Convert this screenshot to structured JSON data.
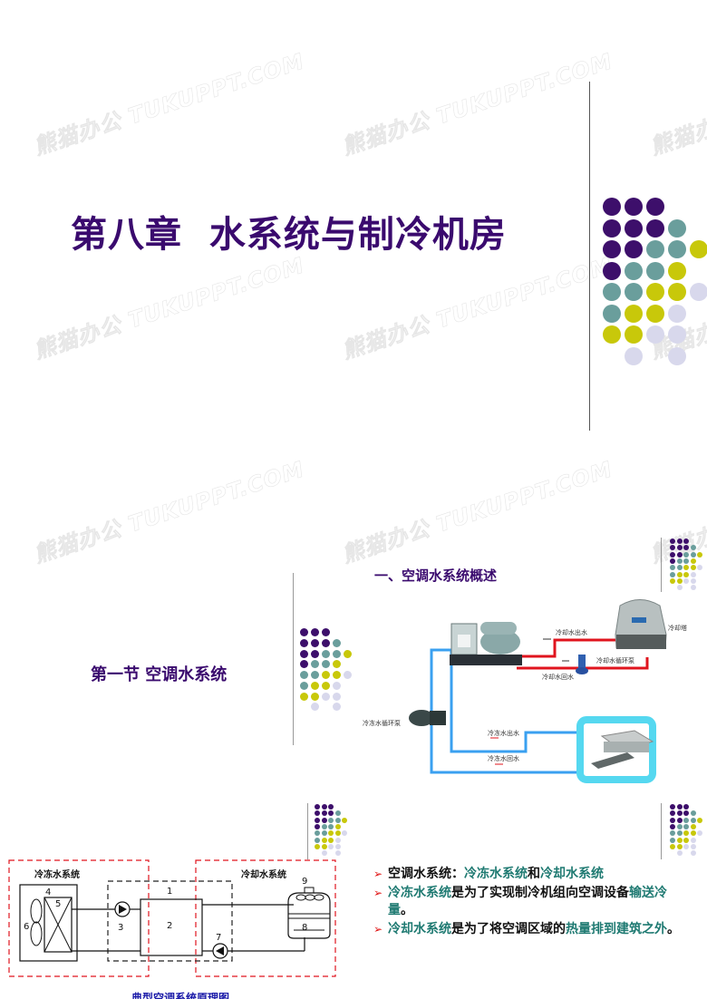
{
  "watermark_text": "熊猫办公 TUKUPPT.COM",
  "slide1": {
    "title": "第八章  水系统与制冷机房"
  },
  "slide2": {
    "title": "第一节 空调水系统"
  },
  "slide3": {
    "title": "一、空调水系统概述",
    "labels": {
      "cooling_water_out": "冷却水出水",
      "cooling_tower": "冷却塔",
      "cooling_water_pump": "冷却水循环泵",
      "cooling_water_return": "冷却水回水",
      "chilled_water_pump": "冷冻水循环泵",
      "chilled_water_out": "冷冻水出水",
      "chilled_water_return": "冷冻水回水"
    }
  },
  "slide4": {
    "chilled_system_label": "冷冻水系统",
    "cooling_system_label": "冷却水系统",
    "numbers": [
      "1",
      "2",
      "3",
      "4",
      "5",
      "6",
      "7",
      "8",
      "9"
    ],
    "caption": "典型空调系统原理图"
  },
  "slide5": {
    "bullets": [
      {
        "parts": [
          {
            "text": "空调水系统：",
            "hl": false
          },
          {
            "text": "冷冻水系统",
            "hl": true
          },
          {
            "text": "和",
            "hl": false
          },
          {
            "text": "冷却水系统",
            "hl": true
          }
        ]
      },
      {
        "parts": [
          {
            "text": "冷冻水系统",
            "hl": true
          },
          {
            "text": "是为了实现制冷机组向空调设备",
            "hl": false
          },
          {
            "text": "输送冷量",
            "hl": true
          },
          {
            "text": "。",
            "hl": false
          }
        ]
      },
      {
        "parts": [
          {
            "text": "冷却水系统",
            "hl": true
          },
          {
            "text": "是为了将空调区域的",
            "hl": false
          },
          {
            "text": "热量排到建筑之外",
            "hl": true
          },
          {
            "text": "。",
            "hl": false
          }
        ]
      }
    ]
  },
  "colors": {
    "title_purple": "#3a0a6e",
    "dot_purple": "#3d0f6b",
    "dot_teal": "#6a9e9c",
    "dot_yellow": "#c8c80a",
    "dot_lavender": "#d8d8ec",
    "highlight_teal": "#1f7a72",
    "bullet_red": "#e01010",
    "pipe_red": "#e0141e",
    "pipe_blue": "#3aa0f0",
    "fcu_cyan": "#55d8f0",
    "caption_blue": "#1a1aa8"
  },
  "dot_pattern": [
    [
      "P",
      "P",
      "P",
      null,
      null
    ],
    [
      "P",
      "P",
      "P",
      "T",
      null
    ],
    [
      "P",
      "P",
      "T",
      "T",
      "Y"
    ],
    [
      "P",
      "T",
      "T",
      "Y",
      null
    ],
    [
      "T",
      "T",
      "Y",
      "Y",
      "L"
    ],
    [
      "T",
      "Y",
      "Y",
      "L",
      null
    ],
    [
      "Y",
      "Y",
      "L",
      "L",
      null
    ],
    [
      null,
      "L",
      null,
      "L",
      null
    ]
  ]
}
